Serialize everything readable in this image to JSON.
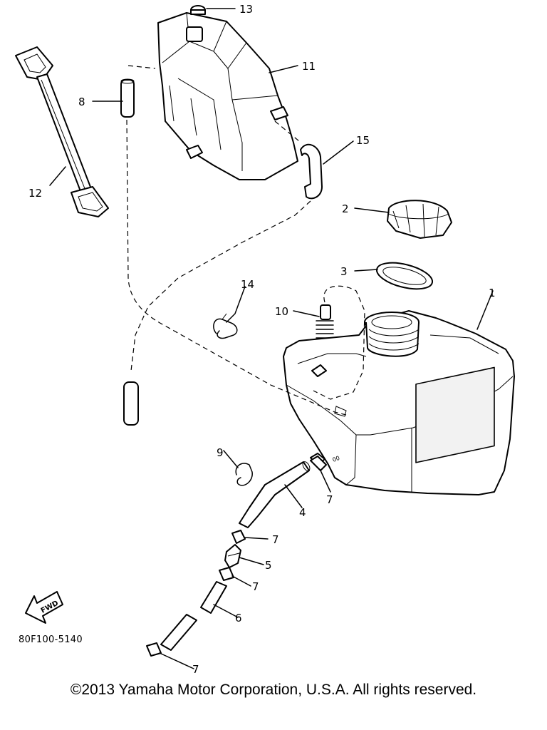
{
  "diagram": {
    "code": "80F100-5140",
    "fwd_label": "FWD",
    "callouts": {
      "c1": "1",
      "c2": "2",
      "c3": "3",
      "c4": "4",
      "c5": "5",
      "c6": "6",
      "c7a": "7",
      "c7b": "7",
      "c7c": "7",
      "c7d": "7",
      "c8": "8",
      "c9": "9",
      "c10": "10",
      "c11": "11",
      "c12": "12",
      "c13": "13",
      "c14": "14",
      "c15": "15"
    }
  },
  "footer": {
    "copyright": "©2013 Yamaha Motor Corporation, U.S.A. All rights reserved."
  }
}
